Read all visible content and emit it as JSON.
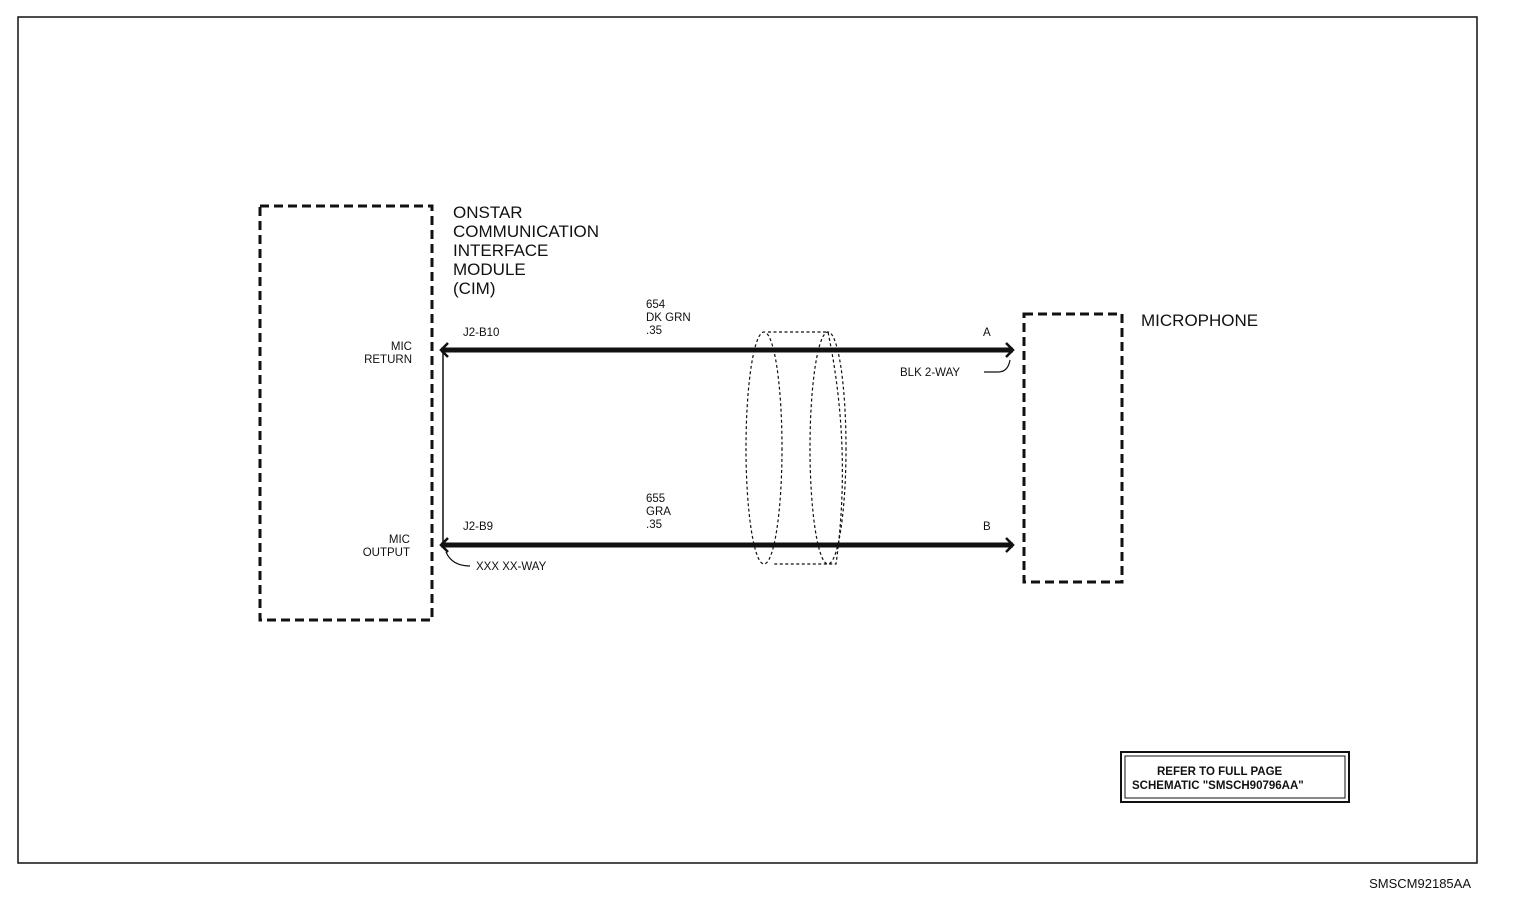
{
  "cim": {
    "title_lines": [
      "ONSTAR",
      "COMMUNICATION",
      "INTERFACE",
      "MODULE",
      "(CIM)"
    ],
    "mic_return_label": [
      "MIC",
      "RETURN"
    ],
    "mic_output_label": [
      "MIC",
      "OUTPUT"
    ],
    "connector_label": "XXX XX-WAY"
  },
  "microphone": {
    "title": "MICROPHONE",
    "connector_label": "BLK 2-WAY"
  },
  "wires": [
    {
      "pin_cim": "J2-B10",
      "circuit": "654",
      "color": "DK GRN",
      "gauge": ".35",
      "pin_mic": "A"
    },
    {
      "pin_cim": "J2-B9",
      "circuit": "655",
      "color": "GRA",
      "gauge": ".35",
      "pin_mic": "B"
    }
  ],
  "reference": {
    "lines": [
      "REFER TO FULL PAGE",
      "SCHEMATIC \"SMSCH90796AA\""
    ]
  },
  "figure_id": "SMSCM92185AA"
}
